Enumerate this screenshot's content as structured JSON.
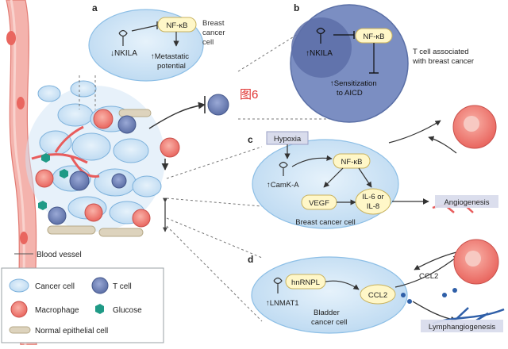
{
  "panels": {
    "a": {
      "letter": "a",
      "gene": "↓NKILA",
      "nfkb": "NF-κB",
      "cell_label": [
        "Breast",
        "cancer",
        "cell"
      ],
      "outcome": [
        "↑Metastatic",
        "potential"
      ]
    },
    "b": {
      "letter": "b",
      "gene": "↑NKILA",
      "nfkb": "NF-κB",
      "cell_label": [
        "T cell associated",
        "with breast cancer"
      ],
      "outcome": [
        "↑Sensitization",
        "to AICD"
      ]
    },
    "c": {
      "letter": "c",
      "hypoxia": "Hypoxia",
      "gene": "↑CamK-A",
      "nfkb": "NF-κB",
      "vegf": "VEGF",
      "il": [
        "IL-6 or",
        "IL-8"
      ],
      "cell_label": "Breast cancer cell",
      "output": "Angiogenesis"
    },
    "d": {
      "letter": "d",
      "protein": "hnRNPL",
      "gene": "↑LNMAT1",
      "ccl2": "CCL2",
      "ccl2_out": "CCL2",
      "cell_label": [
        "Bladder",
        "cancer cell"
      ],
      "output": "Lymphangiogenesis"
    }
  },
  "watermark": "图6",
  "vessel_label": "Blood vessel",
  "legend": {
    "cancer_cell": "Cancer cell",
    "t_cell": "T cell",
    "macrophage": "Macrophage",
    "glucose": "Glucose",
    "normal_epithelial": "Normal epithelial cell"
  },
  "colors": {
    "cell_fill": "#cde3f5",
    "cell_stroke": "#8dbfe6",
    "tcell_fill": "#6d82b8",
    "macrophage": "#f07e7e",
    "vessel": "#e85c5c",
    "lymph": "#2f5fa8",
    "glucose": "#1f9a86",
    "node_fill": "#fff7c8",
    "label_box": "#d9dcec",
    "watermark": "#e0312f"
  }
}
